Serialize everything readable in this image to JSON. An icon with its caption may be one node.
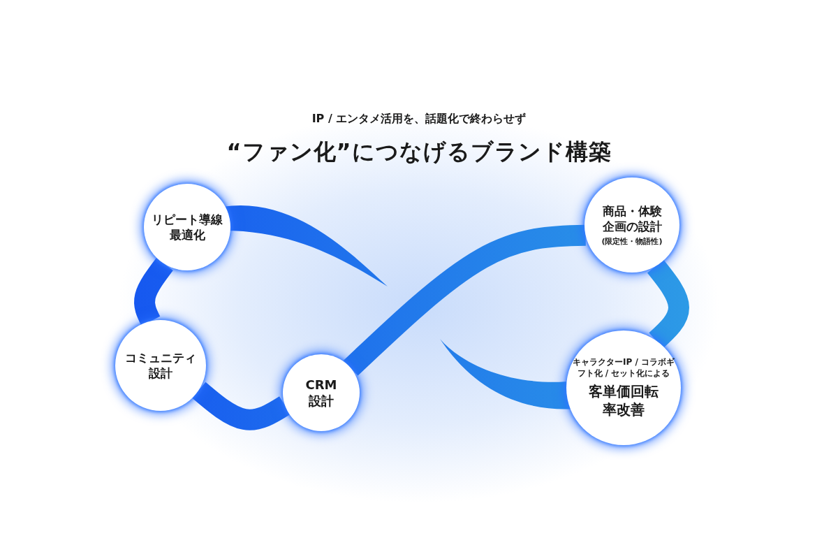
{
  "diagram": {
    "title": "“ファン化”につなげるブランド構築",
    "nodes": [
      {
        "text": [
          "リピート導線最適化"
        ]
      },
      {
        "text": [
          "商品・体験企画の設計",
          "(限定性・物語性)"
        ]
      },
      {
        "text": [
          "コミュニティ設計"
        ]
      },
      {
        "text": [
          "CRM設計"
        ]
      },
      {
        "text": [
          "キャラクターIP / コラボギフト化 / セット化による",
          "客単価回転率改善"
        ]
      }
    ],
    "edges": [
      {
        "from": 0,
        "to": 2,
        "arrow": "none"
      },
      {
        "from": 2,
        "to": 3,
        "arrow": "none"
      },
      {
        "from": 3,
        "to": 1,
        "arrow": "none"
      },
      {
        "from": 1,
        "to": 4,
        "arrow": "none"
      }
    ],
    "labels": [
      "IP / エンタメ活用を、話題化で終わらせず"
    ]
  }
}
